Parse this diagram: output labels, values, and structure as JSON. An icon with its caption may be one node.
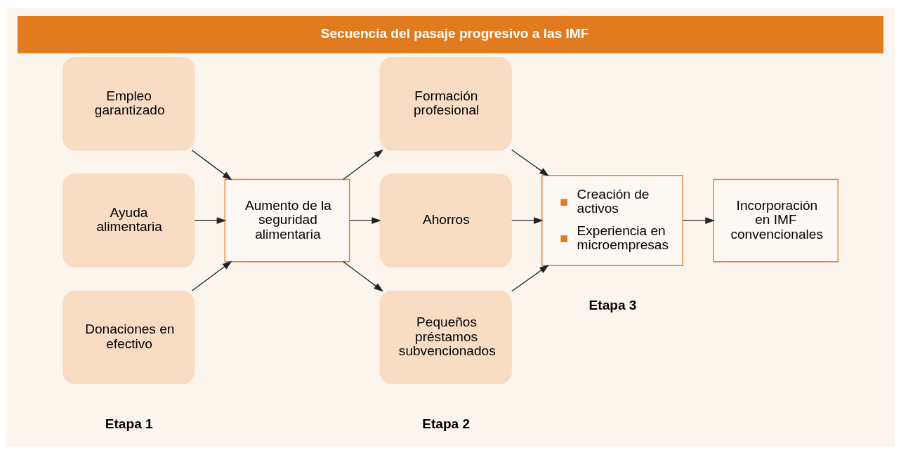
{
  "diagram": {
    "title": "Secuencia del pasaje progresivo a las IMF",
    "nodes": [
      {
        "text": [
          "Empleo garantizado"
        ]
      },
      {
        "text": [
          "Ayuda alimentaria"
        ]
      },
      {
        "text": [
          "Donaciones en efectivo"
        ]
      },
      {
        "text": [
          "Aumento de la seguridad alimentaria"
        ]
      },
      {
        "text": [
          "Formación profesional"
        ]
      },
      {
        "text": [
          "Ahorros"
        ]
      },
      {
        "text": [
          "Pequeños préstamos subvencionados"
        ]
      },
      {
        "text": [
          "Creación de activos",
          "Experiencia en microempresas"
        ]
      },
      {
        "text": [
          "Incorporación en IMF convencionales"
        ]
      }
    ],
    "edges": [
      {
        "from": 0,
        "to": 3,
        "arrow": "to"
      },
      {
        "from": 1,
        "to": 3,
        "arrow": "to"
      },
      {
        "from": 2,
        "to": 3,
        "arrow": "to"
      },
      {
        "from": 3,
        "to": 4,
        "arrow": "to"
      },
      {
        "from": 3,
        "to": 5,
        "arrow": "to"
      },
      {
        "from": 3,
        "to": 6,
        "arrow": "to"
      },
      {
        "from": 4,
        "to": 7,
        "arrow": "to"
      },
      {
        "from": 5,
        "to": 7,
        "arrow": "to"
      },
      {
        "from": 6,
        "to": 7,
        "arrow": "to"
      },
      {
        "from": 7,
        "to": 8,
        "arrow": "to"
      }
    ],
    "labels": [
      "Etapa 1",
      "Etapa 2",
      "Etapa 3"
    ]
  }
}
